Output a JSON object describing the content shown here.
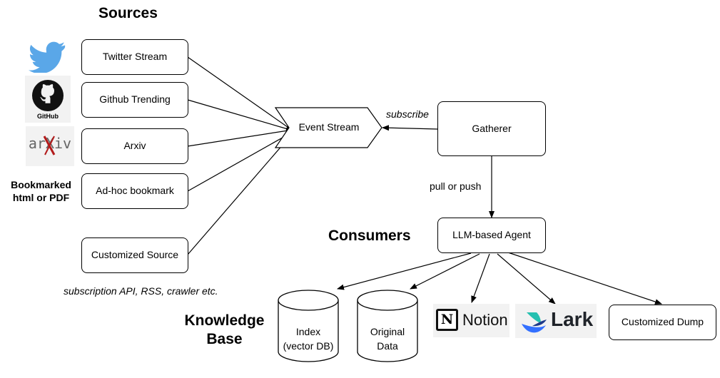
{
  "headings": {
    "sources": "Sources",
    "consumers": "Consumers",
    "knowledge_base": "Knowledge\nBase"
  },
  "bookmarked_caption": "Bookmarked\nhtml or PDF",
  "sources_footnote": "subscription API, RSS, crawler etc.",
  "sources": [
    "Twitter Stream",
    "Github Trending",
    "Arxiv",
    "Ad-hoc bookmark",
    "Customized Source"
  ],
  "event_stream": "Event Stream",
  "subscribe_label": "subscribe",
  "gatherer": "Gatherer",
  "pull_push_label": "pull or push",
  "agent": "LLM-based Agent",
  "databases": {
    "index": "Index\n(vector DB)",
    "original": "Original\nData"
  },
  "logos": {
    "github_text": "GitHub",
    "arxiv_text": "arXiv",
    "notion_text": "Notion",
    "lark_text": "Lark",
    "notion_glyph": "N"
  },
  "customized_dump": "Customized Dump",
  "colors": {
    "twitter_blue": "#5aa7e8",
    "lark_blue": "#3370ff",
    "lark_teal": "#25c0b0",
    "arxiv_red": "#b31b1b",
    "logo_tile_bg": "#f2f2f2"
  }
}
